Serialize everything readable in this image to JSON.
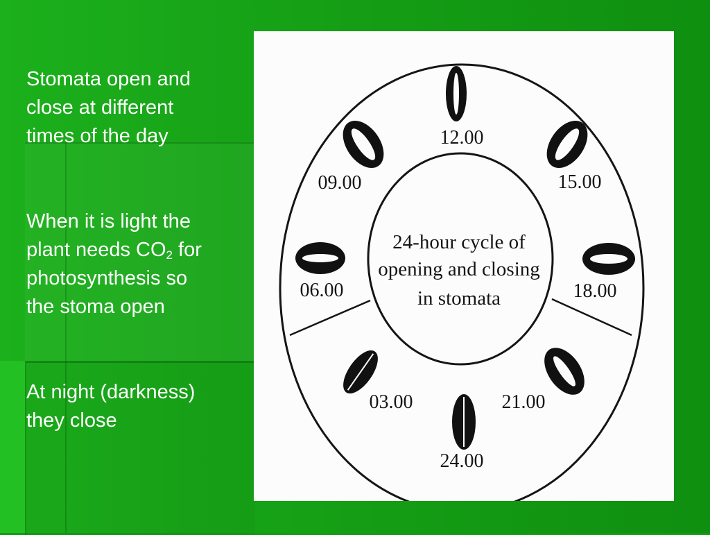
{
  "slide": {
    "text1": {
      "line1": "Stomata open and",
      "line2": "close at different",
      "line3": "times of the day"
    },
    "text2": {
      "line1": "When it is light the",
      "line2_pre": "plant needs CO",
      "line2_sub": "2",
      "line2_post": " for",
      "line3": "photosynthesis so",
      "line4": "the stoma open"
    },
    "text3": {
      "line1": "At night (darkness)",
      "line2": "they close"
    }
  },
  "diagram": {
    "center_label": {
      "line1": "24-hour cycle of",
      "line2": "opening and closing",
      "line3": "in stomata"
    },
    "times": {
      "t1200": "12.00",
      "t1500": "15.00",
      "t1800": "18.00",
      "t2100": "21.00",
      "t2400": "24.00",
      "t0300": "03.00",
      "t0600": "06.00",
      "t0900": "09.00"
    }
  },
  "colors": {
    "background": "#139a13",
    "text": "#ffffff",
    "figure_bg": "#fcfcfc",
    "ink": "#151515"
  }
}
